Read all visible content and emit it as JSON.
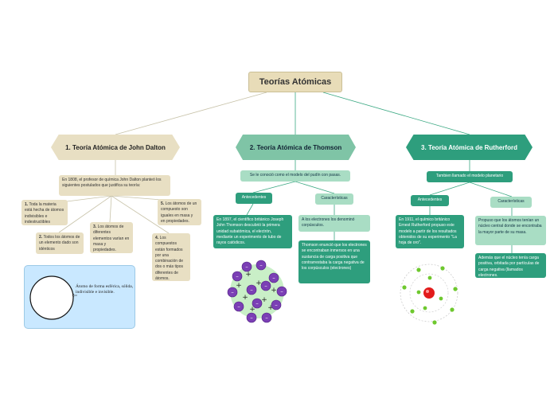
{
  "title": "Teorías Atómicas",
  "branches": [
    {
      "heading": "1. Teoría Atómica de John Dalton",
      "intro": "En 1808, el profesor de química John Dalton planteó los siguientes postulados que justifica su teoría:",
      "postulates": [
        {
          "num": "1.",
          "text": "Toda la materia está hecha de átomos indivisibles e indestructibles"
        },
        {
          "num": "2.",
          "text": "Todos los átomos de un elemento dado son idénticos"
        },
        {
          "num": "3.",
          "text": "Los átomos de diferentes elementos varían en masa y propiedades."
        },
        {
          "num": "4.",
          "text": "Los compuestos están formados por una combinación de dos o más tipos diferentes de átomos."
        },
        {
          "num": "5.",
          "text": "Los átomos de un compuesto son iguales en masa y en propiedades."
        }
      ],
      "image_caption": "Átomo de forma esférica, sólida, indivisible e invisible."
    },
    {
      "heading": "2. Teoría Atómica de Thomson",
      "subtitle": "Se le conoció como el modelo del pudín con pasas.",
      "antecedentes_label": "Antecedentes",
      "antecedentes_text": "En 1897, el científico británico Joseph John Thomson descubrió la primera unidad subatómica, el electrón, mediante un experimento de tubo de rayos catódicos.",
      "caracteristicas_label": "Características",
      "caracteristicas": [
        "A los electrones los denominó corpúsculos.",
        "Thomson enunció que los electrones se encontraban inmersos en una sustancia de carga positiva que contrarrestaba la carga negativa de los corpúsculos (electrones)"
      ]
    },
    {
      "heading": "3. Teoría Atómica de Rutherford",
      "subtitle": "Tambien llamado el modelo planetario",
      "antecedentes_label": "Antecedentes",
      "antecedentes_text": "En 1911, el químico británico Ernest Rutherford propuso este modelo a partir de los resultados obtenidos de su experimento \"La hoja de oro\".",
      "caracteristicas_label": "Características",
      "caracteristicas": [
        "Propuso que los átomos tenían un núcleo central donde se encontraba la mayor parte de su masa.",
        "Además que el núcleo tenía carga positiva, orbitada por partículas de carga negativa (llamados electrones."
      ]
    }
  ],
  "colors": {
    "tan": "#e8dfc3",
    "mint": "#7fc4a6",
    "teal": "#2e9e7d",
    "electron": "#7b3fb5",
    "sphere": "#c9e8ff"
  }
}
